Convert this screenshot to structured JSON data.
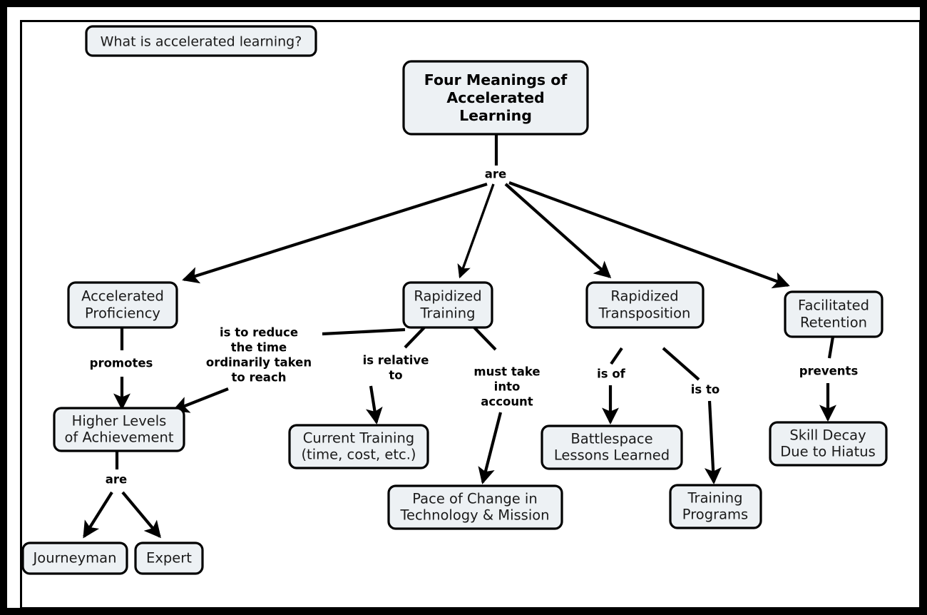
{
  "diagram": {
    "type": "concept-map",
    "question_box": {
      "label": "What is accelerated learning?"
    },
    "colors": {
      "node_fill": "#edf1f4",
      "node_stroke": "#000000",
      "text": "#1a1a1a",
      "frame": "#000000",
      "background": "#ffffff"
    },
    "nodes": [
      {
        "id": "root",
        "label_lines": [
          "Four Meanings of",
          "Accelerated",
          "Learning"
        ],
        "bold": true
      },
      {
        "id": "accel_prof",
        "label_lines": [
          "Accelerated",
          "Proficiency"
        ]
      },
      {
        "id": "rap_train",
        "label_lines": [
          "Rapidized",
          "Training"
        ]
      },
      {
        "id": "rap_transp",
        "label_lines": [
          "Rapidized",
          "Transposition"
        ]
      },
      {
        "id": "facil_ret",
        "label_lines": [
          "Facilitated",
          "Retention"
        ]
      },
      {
        "id": "higher_lev",
        "label_lines": [
          "Higher Levels",
          "of Achievement"
        ]
      },
      {
        "id": "journeyman",
        "label_lines": [
          "Journeyman"
        ]
      },
      {
        "id": "expert",
        "label_lines": [
          "Expert"
        ]
      },
      {
        "id": "cur_train",
        "label_lines": [
          "Current Training",
          "(time, cost, etc.)"
        ]
      },
      {
        "id": "pace",
        "label_lines": [
          "Pace of Change in",
          "Technology & Mission"
        ]
      },
      {
        "id": "battlespace",
        "label_lines": [
          "Battlespace",
          "Lessons Learned"
        ]
      },
      {
        "id": "train_prog",
        "label_lines": [
          "Training",
          "Programs"
        ]
      },
      {
        "id": "skill_decay",
        "label_lines": [
          "Skill Decay",
          "Due to Hiatus"
        ]
      }
    ],
    "links": [
      {
        "id": "root-are",
        "from": "root",
        "to": "accel_prof",
        "label_lines": [
          "are"
        ]
      },
      {
        "id": "root-rap-train",
        "from": "root",
        "to": "rap_train",
        "label_lines": []
      },
      {
        "id": "root-rap-transp",
        "from": "root",
        "to": "rap_transp",
        "label_lines": []
      },
      {
        "id": "root-facil-ret",
        "from": "root",
        "to": "facil_ret",
        "label_lines": []
      },
      {
        "id": "promotes",
        "from": "accel_prof",
        "to": "higher_lev",
        "label_lines": [
          "promotes"
        ]
      },
      {
        "id": "is-to-reduce",
        "from": "rap_train",
        "to": "higher_lev",
        "label_lines": [
          "is to reduce",
          "the time",
          "ordinarily taken",
          "to reach"
        ]
      },
      {
        "id": "are-levels",
        "from": "higher_lev",
        "to": "journeyman",
        "label_lines": [
          "are"
        ]
      },
      {
        "id": "are-levels-expert",
        "from": "higher_lev",
        "to": "expert",
        "label_lines": []
      },
      {
        "id": "is-relative-to",
        "from": "rap_train",
        "to": "cur_train",
        "label_lines": [
          "is relative",
          "to"
        ]
      },
      {
        "id": "must-take-into",
        "from": "rap_train",
        "to": "pace",
        "label_lines": [
          "must take",
          "into",
          "account"
        ]
      },
      {
        "id": "is-of",
        "from": "rap_transp",
        "to": "battlespace",
        "label_lines": [
          "is of"
        ]
      },
      {
        "id": "is-to",
        "from": "rap_transp",
        "to": "train_prog",
        "label_lines": [
          "is to"
        ]
      },
      {
        "id": "prevents",
        "from": "facil_ret",
        "to": "skill_decay",
        "label_lines": [
          "prevents"
        ]
      }
    ]
  }
}
